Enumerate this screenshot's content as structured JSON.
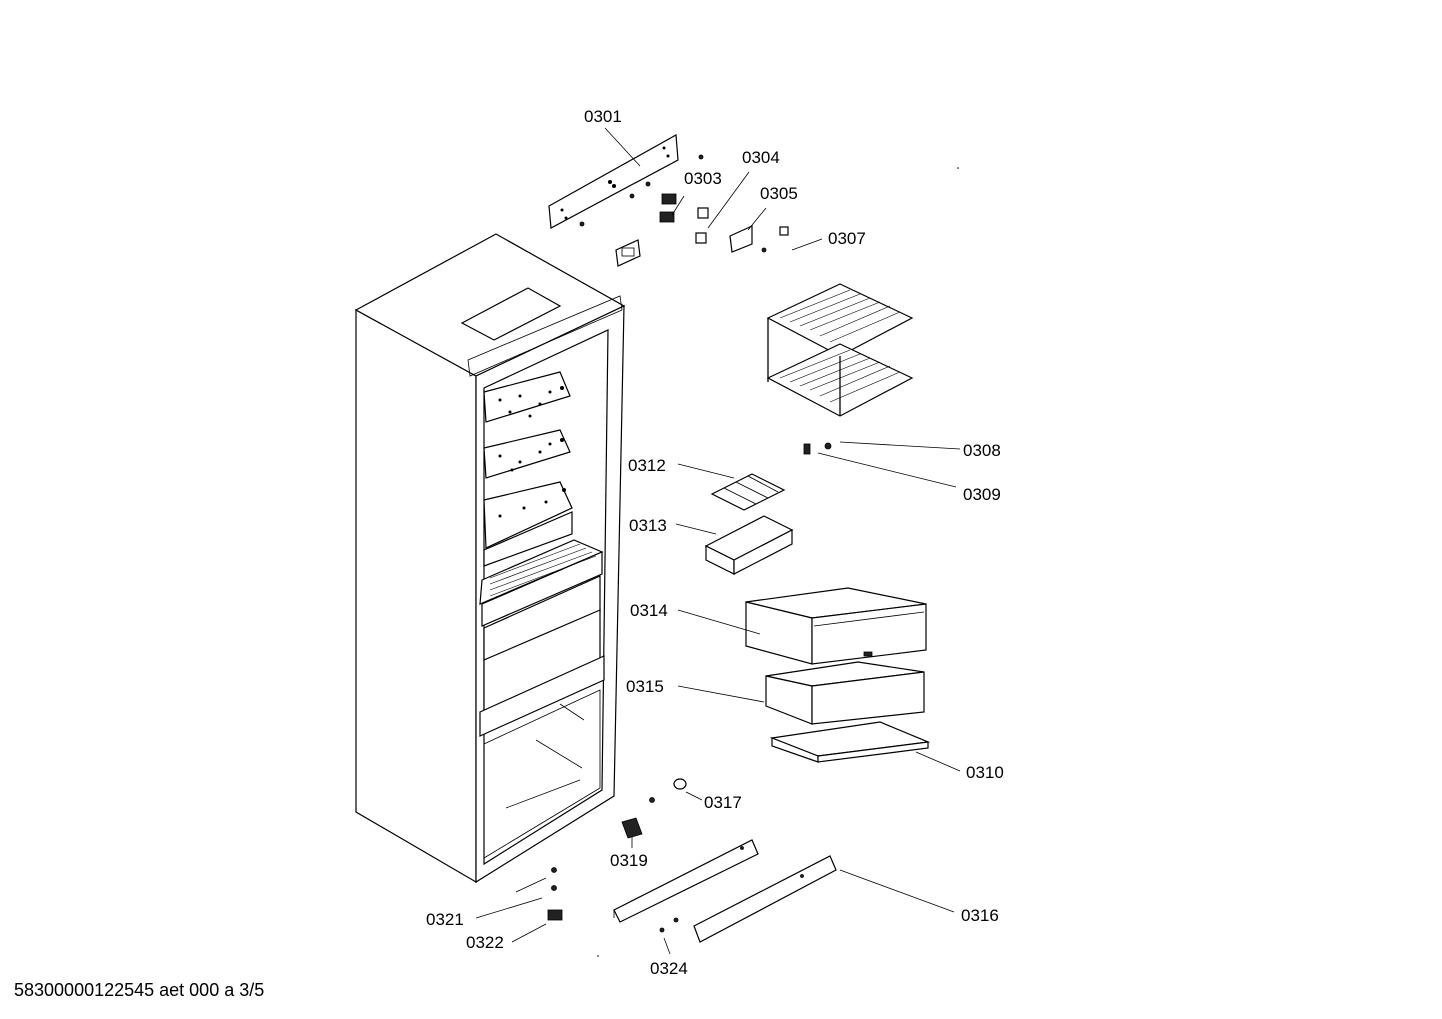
{
  "diagram": {
    "labels": {
      "p0301": "0301",
      "p0303": "0303",
      "p0304": "0304",
      "p0305": "0305",
      "p0307": "0307",
      "p0308": "0308",
      "p0309": "0309",
      "p0310": "0310",
      "p0312": "0312",
      "p0313": "0313",
      "p0314": "0314",
      "p0315": "0315",
      "p0316": "0316",
      "p0317": "0317",
      "p0319": "0319",
      "p0321": "0321",
      "p0322": "0322",
      "p0324": "0324"
    }
  },
  "footer": {
    "doc_id": "58300000122545 aet 000 a 3/5"
  }
}
